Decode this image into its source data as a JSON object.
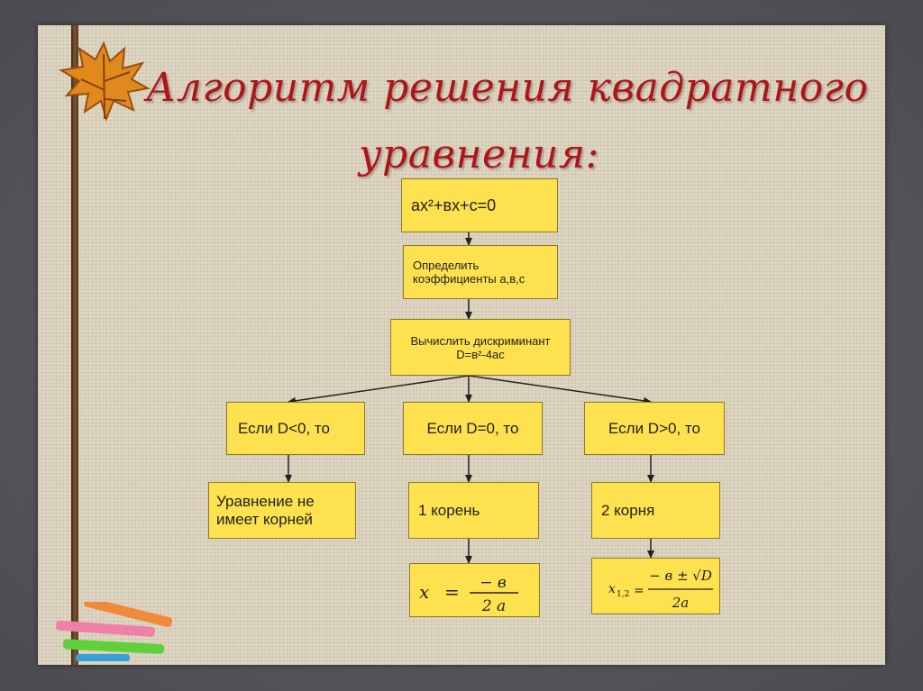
{
  "title": {
    "line1": "Алгоритм решения квадратного",
    "line2": "уравнения:"
  },
  "colors": {
    "title": "#b0141a",
    "box_fill": "#fde14f",
    "background": "#ded6c2"
  },
  "flowchart": {
    "equation": "ах²+вх+с=0",
    "coefficients": "Определить\n коэффициенты а,в,с",
    "discriminant": "Вычислить дискриминант\nD=в²-4ас",
    "branches": [
      {
        "condition": "Если D<0, то",
        "result": "Уравнение не\n имеет корней"
      },
      {
        "condition": "Если D=0, то",
        "result": "1 корень",
        "formula": {
          "lhs": "x",
          "num": "− в",
          "den": "2 a"
        }
      },
      {
        "condition": "Если D>0, то",
        "result": "2 корня",
        "formula": {
          "lhs": "x",
          "sub": "1,2",
          "num": "− в ± √D",
          "den": "2a"
        }
      }
    ]
  }
}
